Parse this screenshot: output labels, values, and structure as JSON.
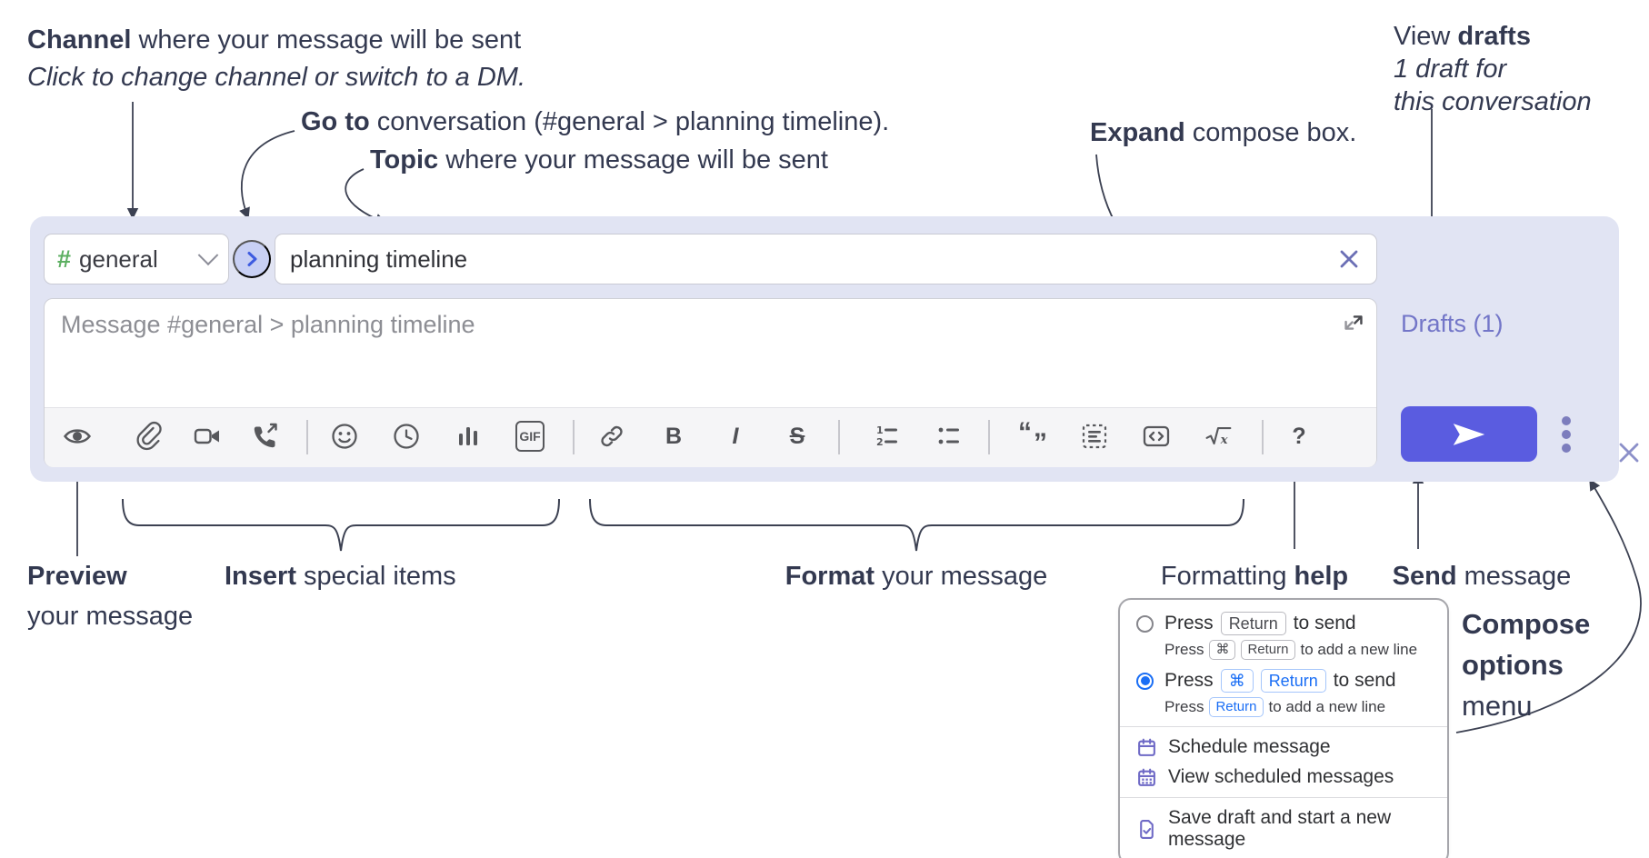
{
  "annotations": {
    "channel_bold": "Channel",
    "channel_rest": " where your message will be sent",
    "channel_sub": "Click to change channel or switch to a DM.",
    "goto_bold": "Go to",
    "goto_rest": " conversation (#general > planning timeline).",
    "topic_bold": "Topic",
    "topic_rest": " where your message will be sent",
    "expand_bold": "Expand",
    "expand_rest": " compose box.",
    "drafts_line1_pre": "View ",
    "drafts_line1_bold": "drafts",
    "drafts_line2": "1 draft for",
    "drafts_line3": "this conversation",
    "preview_bold": "Preview",
    "preview_line2": "your message",
    "insert_bold": "Insert",
    "insert_rest": " special items",
    "format_bold": "Format",
    "format_rest": " your message",
    "fmthelp_pre": "Formatting ",
    "fmthelp_bold": "help",
    "send_bold": "Send",
    "send_rest": " message",
    "compose_line1": "Compose",
    "compose_line2": "options",
    "compose_line3": "menu"
  },
  "composer": {
    "channel_hash": "#",
    "channel_name": "general",
    "topic_value": "planning timeline",
    "message_placeholder": "Message #general > planning timeline",
    "drafts_label": "Drafts (1)"
  },
  "toolbar": {
    "gif_label": "GIF",
    "bold_glyph": "B",
    "italic_glyph": "I",
    "strike_glyph": "S",
    "help_glyph": "?",
    "quote_open": "“",
    "quote_close": "”",
    "formula_x": "x",
    "icons": [
      "preview-eye",
      "attachment",
      "video-clip",
      "audio-call",
      "emoji",
      "recent",
      "poll",
      "gif",
      "link",
      "bold",
      "italic",
      "strikethrough",
      "ordered-list",
      "bulleted-list",
      "blockquote",
      "code-block",
      "code",
      "formula",
      "formatting-help"
    ]
  },
  "menu": {
    "option1": {
      "pre": "Press",
      "key": "Return",
      "post": "to send",
      "sub_pre": "Press",
      "sub_key1": "⌘",
      "sub_key2": "Return",
      "sub_post": "to add a new line"
    },
    "option2": {
      "pre": "Press",
      "key1": "⌘",
      "key2": "Return",
      "post": "to send",
      "sub_pre": "Press",
      "sub_key": "Return",
      "sub_post": "to add a new line"
    },
    "item_schedule": "Schedule message",
    "item_view_scheduled": "View scheduled messages",
    "item_save_draft": "Save draft and start a new message"
  },
  "colors": {
    "container_bg": "#e1e4f3",
    "accent_send": "#5a5ce0",
    "link_purple": "#7376c8",
    "radio_selected_blue": "#1a6ef5",
    "menu_icon_purple": "#6f6ac6",
    "channel_hash_green": "#5caf61"
  }
}
